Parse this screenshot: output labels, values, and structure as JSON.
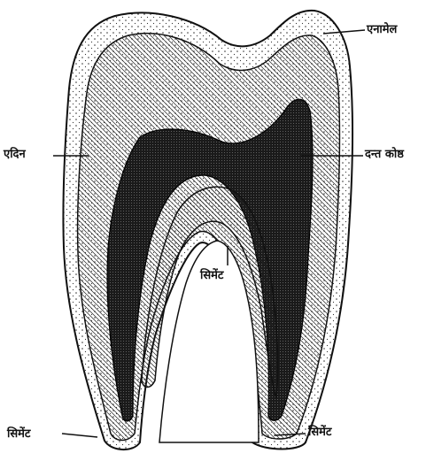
{
  "diagram": {
    "labels": {
      "enamel": "एनामेल",
      "dentine": "एदिन",
      "pulp_cavity": "दन्त कोष्ठ",
      "cement_center": "सिमेंट",
      "cement_left": "सिमेंट",
      "cement_right": "सिमेंट"
    }
  }
}
